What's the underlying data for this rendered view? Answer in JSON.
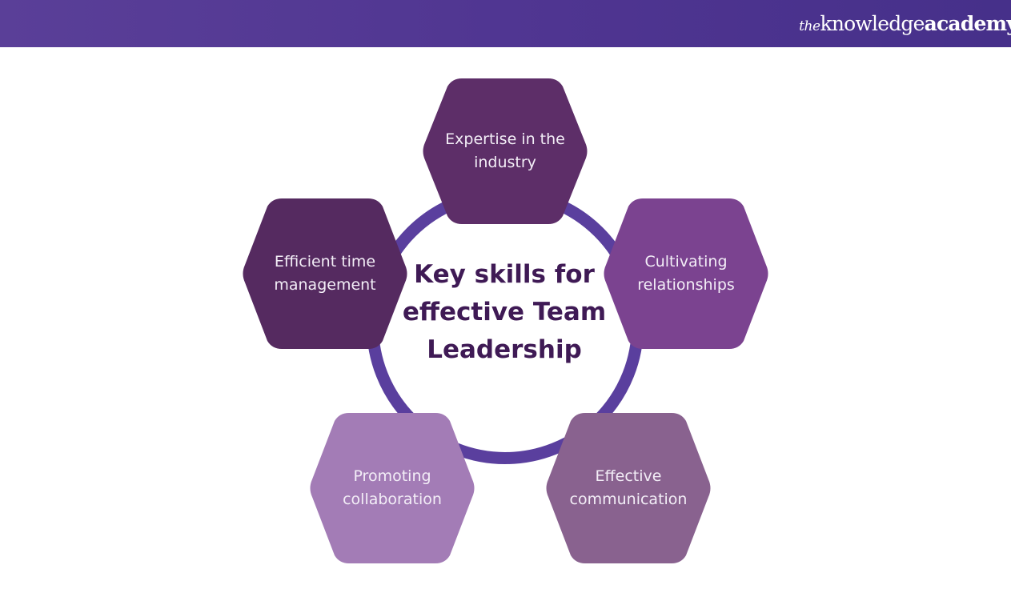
{
  "brand": {
    "prefix": "the",
    "word1": "knowledge",
    "word2": "academy"
  },
  "diagram": {
    "center": "Key skills for effective Team Leadership",
    "skills": [
      {
        "label": "Expertise in the industry",
        "color": "#5d2e68"
      },
      {
        "label": "Cultivating relationships",
        "color": "#7b4390"
      },
      {
        "label": "Effective communication",
        "color": "#89628f"
      },
      {
        "label": "Promoting collaboration",
        "color": "#a37cb6"
      },
      {
        "label": "Efficient time management",
        "color": "#552a60"
      }
    ],
    "ring_color": "#5a3f9e",
    "title_color": "#3f1a55"
  }
}
